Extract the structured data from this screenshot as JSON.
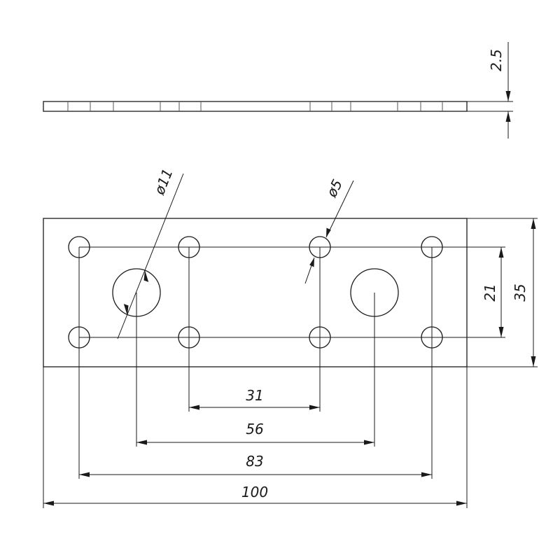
{
  "drawing": {
    "thickness_label": "2.5",
    "large_hole_label": "ø11",
    "small_hole_label": "ø5",
    "height_outer_label": "35",
    "height_inner_label": "21",
    "dim_31_label": "31",
    "dim_56_label": "56",
    "dim_83_label": "83",
    "dim_100_label": "100"
  }
}
